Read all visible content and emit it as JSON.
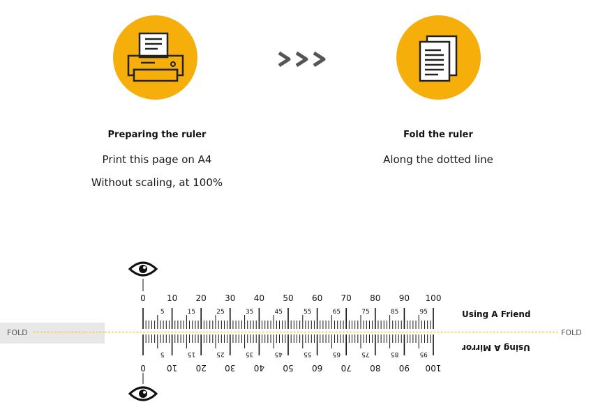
{
  "steps": [
    {
      "title": "Preparing the ruler",
      "lines": [
        "Print this page on A4",
        "Without scaling, at 100%"
      ],
      "icon": "printer-icon"
    },
    {
      "title": "Fold the ruler",
      "lines": [
        "Along the dotted line"
      ],
      "icon": "document-icon"
    }
  ],
  "arrow_icon": "triple-chevron-right-icon",
  "fold": {
    "left_label": "FOLD",
    "right_label": "FOLD"
  },
  "ruler": {
    "captions": {
      "top": "Using A Friend",
      "bottom": "Using A Mirror"
    },
    "major_labels": [
      "0",
      "10",
      "20",
      "30",
      "40",
      "50",
      "60",
      "70",
      "80",
      "90",
      "100"
    ],
    "minor_labels": [
      "5",
      "15",
      "25",
      "35",
      "45",
      "55",
      "65",
      "75",
      "85",
      "95"
    ],
    "eye_icon": "eye-icon"
  },
  "colors": {
    "accent": "#f5ae0a",
    "fold_box": "#e8e8e8"
  }
}
